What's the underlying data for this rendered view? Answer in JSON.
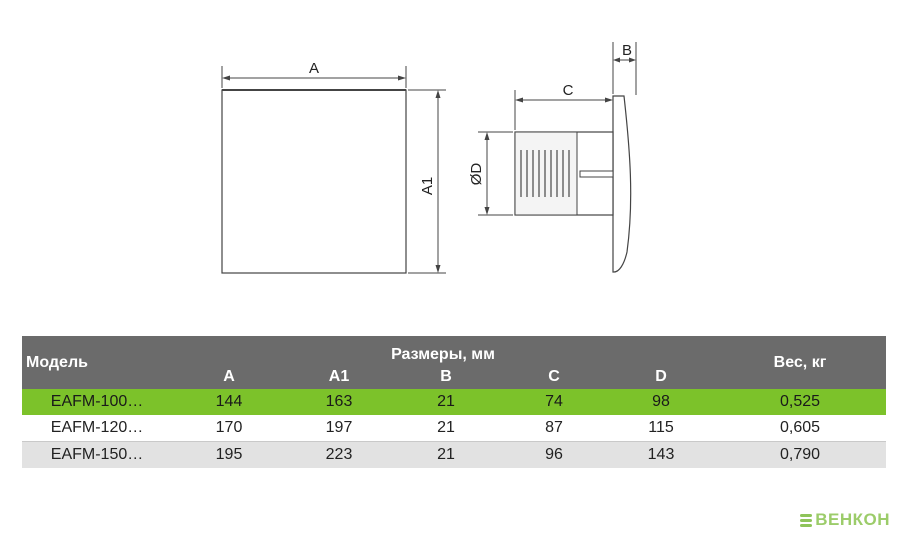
{
  "drawing": {
    "labels": {
      "a": "A",
      "a1": "A1",
      "b": "B",
      "c": "C",
      "d": "ØD"
    }
  },
  "table": {
    "model_header": "Модель",
    "dims_header": "Размеры, мм",
    "weight_header": "Вес, кг",
    "columns": [
      "A",
      "A1",
      "B",
      "C",
      "D"
    ],
    "rows": [
      {
        "model": "EAFM-100…",
        "a": "144",
        "a1": "163",
        "b": "21",
        "c": "74",
        "d": "98",
        "weight": "0,525"
      },
      {
        "model": "EAFM-120…",
        "a": "170",
        "a1": "197",
        "b": "21",
        "c": "87",
        "d": "115",
        "weight": "0,605"
      },
      {
        "model": "EAFM-150…",
        "a": "195",
        "a1": "223",
        "b": "21",
        "c": "96",
        "d": "143",
        "weight": "0,790"
      }
    ]
  },
  "brand": {
    "name": "ВЕНКОН"
  },
  "colors": {
    "header_bg": "#6b6b6b",
    "highlight": "#7cc22a",
    "alt_row": "#e2e2e2",
    "brand": "#8fc45a"
  }
}
